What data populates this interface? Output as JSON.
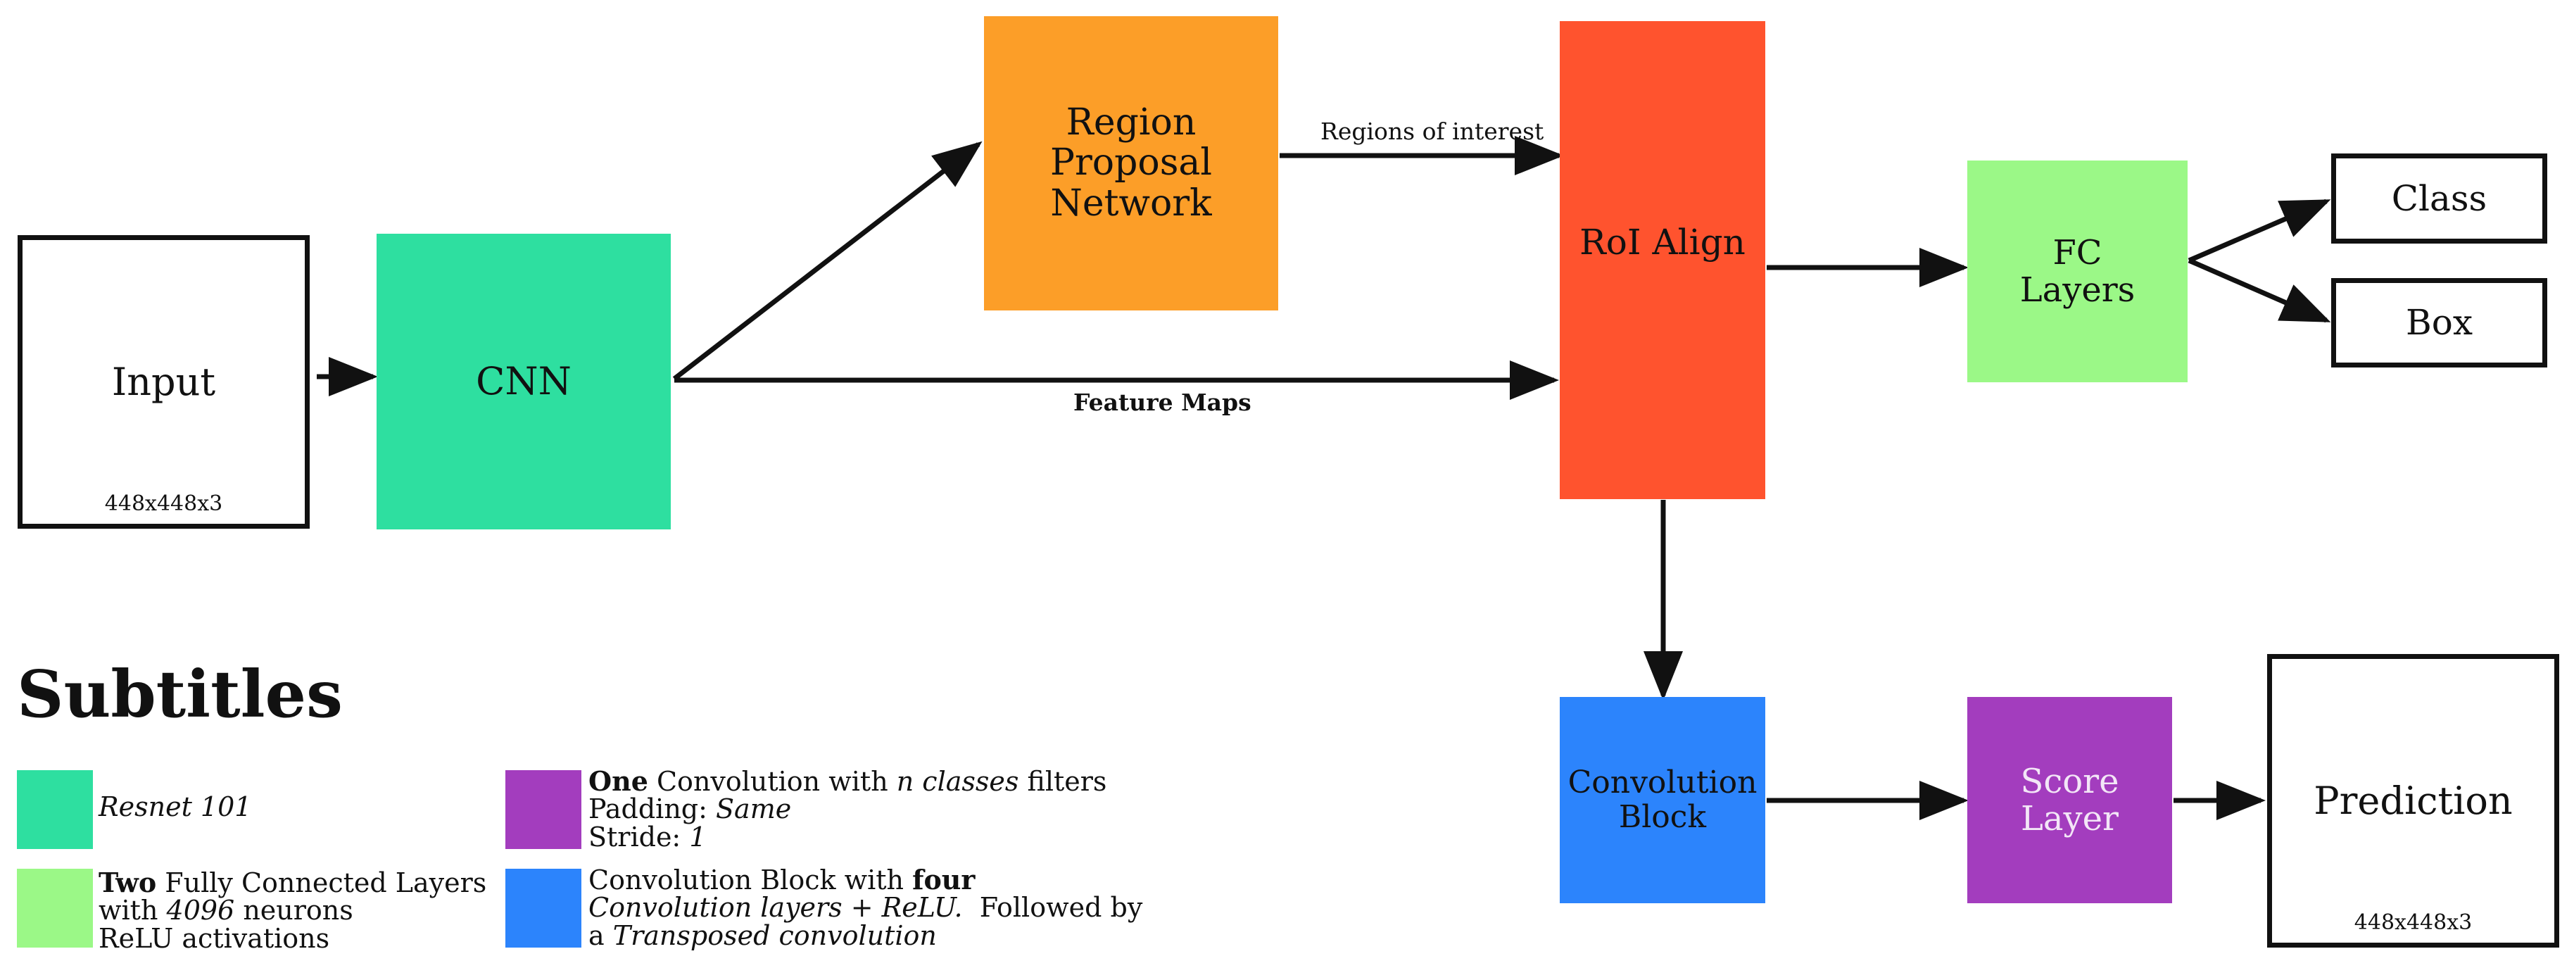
{
  "colors": {
    "cnn": "#2EDFA0",
    "rpn": "#FC9E28",
    "roi": "#FF532E",
    "fc": "#9BF887",
    "conv": "#2C84FC",
    "score": "#A33DBE",
    "outline": "#111111",
    "edge": "#111111"
  },
  "nodes": {
    "input": {
      "label": "Input",
      "sub": "448x448x3"
    },
    "cnn": {
      "label": "CNN"
    },
    "rpn": {
      "label": "Region\nProposal\nNetwork"
    },
    "roi": {
      "label": "RoI Align"
    },
    "fc": {
      "label": "FC\nLayers"
    },
    "class": {
      "label": "Class"
    },
    "box": {
      "label": "Box"
    },
    "conv": {
      "label": "Convolution\nBlock"
    },
    "score": {
      "label": "Score\nLayer"
    },
    "prediction": {
      "label": "Prediction",
      "sub": "448x448x3"
    }
  },
  "edges": {
    "regions_label": "Regions of interest",
    "feature_label": "Feature Maps"
  },
  "legend": {
    "title": "Subtitles",
    "cnn": {
      "line1": "Resnet 101"
    },
    "fc": {
      "line1_bold": "Two",
      "line1_rest": " Fully Connected Layers",
      "line2_pre": "with ",
      "line2_italic": "4096",
      "line2_rest": " neurons",
      "line3": "ReLU activations"
    },
    "score": {
      "line1_bold": "One",
      "line1_mid": " Convolution with ",
      "line1_italic": "n classes",
      "line1_rest": " filters",
      "line2_pre": "Padding: ",
      "line2_italic": "Same",
      "line3_pre": "Stride: ",
      "line3_italic": "1"
    },
    "conv": {
      "line1_pre": "Convolution Block with ",
      "line1_bold": "four",
      "line2_italic": "Convolution layers  + ReLU.",
      "line2_rest": "  Followed by",
      "line3_pre": "a ",
      "line3_italic": "Transposed convolution"
    }
  }
}
